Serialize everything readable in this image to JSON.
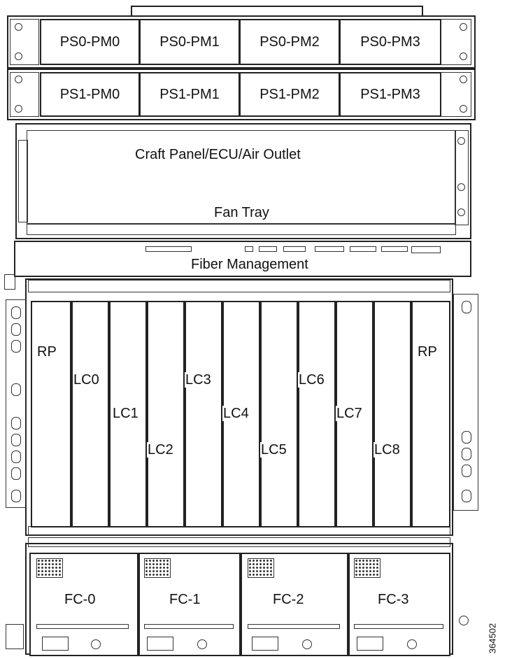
{
  "power_shelves": [
    {
      "modules": [
        "PS0-PM0",
        "PS0-PM1",
        "PS0-PM2",
        "PS0-PM3"
      ]
    },
    {
      "modules": [
        "PS1-PM0",
        "PS1-PM1",
        "PS1-PM2",
        "PS1-PM3"
      ]
    }
  ],
  "fan_tray": {
    "top_label": "Craft Panel/ECU/Air Outlet",
    "bottom_label": "Fan Tray"
  },
  "fiber_management": {
    "label": "Fiber Management"
  },
  "card_cage": {
    "rp_left": "RP",
    "rp_right": "RP",
    "line_cards": [
      "LC0",
      "LC1",
      "LC2",
      "LC3",
      "LC4",
      "LC5",
      "LC6",
      "LC7",
      "LC8"
    ]
  },
  "fabric_cards": [
    "FC-0",
    "FC-1",
    "FC-2",
    "FC-3"
  ],
  "figure_id": "364502"
}
